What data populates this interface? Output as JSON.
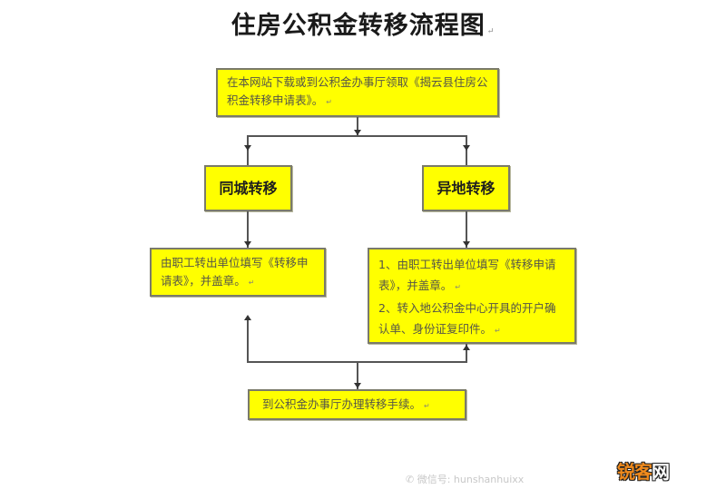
{
  "title": "住房公积金转移流程图",
  "paragraph_mark": "↵",
  "nodes": {
    "start": "在本网站下载或到公积金办事厅领取《揭云县住房公积金转移申请表》。",
    "same_city": "同城转移",
    "other_city": "异地转移",
    "same_city_step": "由职工转出单位填写《转移申请表》，并盖章。",
    "other_city_step_1": "1、由职工转出单位填写《转移申请表》，并盖章。",
    "other_city_step_2": "2、转入地公积金中心开具的开户确认单、身份证复印件。",
    "final": "到公积金办事厅办理转移手续。"
  },
  "colors": {
    "box_fill": "#ffff00",
    "box_border": "#7a7a6a",
    "connector": "#555555"
  },
  "watermark": {
    "icon": "wechat-icon",
    "text": "微信号: hunshanhuixx"
  },
  "logo": {
    "part1": "锐客",
    "part2": "网"
  }
}
